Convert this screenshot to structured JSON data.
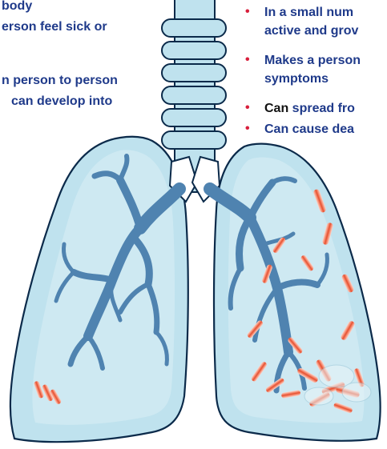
{
  "left_text": [
    "body",
    "erson feel sick or",
    "n person to person",
    "can develop into"
  ],
  "right_text": [
    {
      "bullet": "•",
      "line1": "In a small num",
      "line2": "active and grov"
    },
    {
      "bullet": "•",
      "line1": "Makes a person",
      "line2": "symptoms"
    },
    {
      "bullet": "•",
      "strong": "Can",
      "rest": " spread fro"
    },
    {
      "bullet": "•",
      "line1": "Can cause dea"
    }
  ],
  "colors": {
    "text": "#1f3a8a",
    "bullet": "#d81f3c",
    "lung_fill": "#bfe2ee",
    "lung_outline": "#0b2a4a",
    "airway": "#4f83b0",
    "bacteria": "#e04a2f"
  },
  "icons": [
    "trachea-icon",
    "lung-left-icon",
    "lung-right-icon",
    "bacteria-icon"
  ]
}
